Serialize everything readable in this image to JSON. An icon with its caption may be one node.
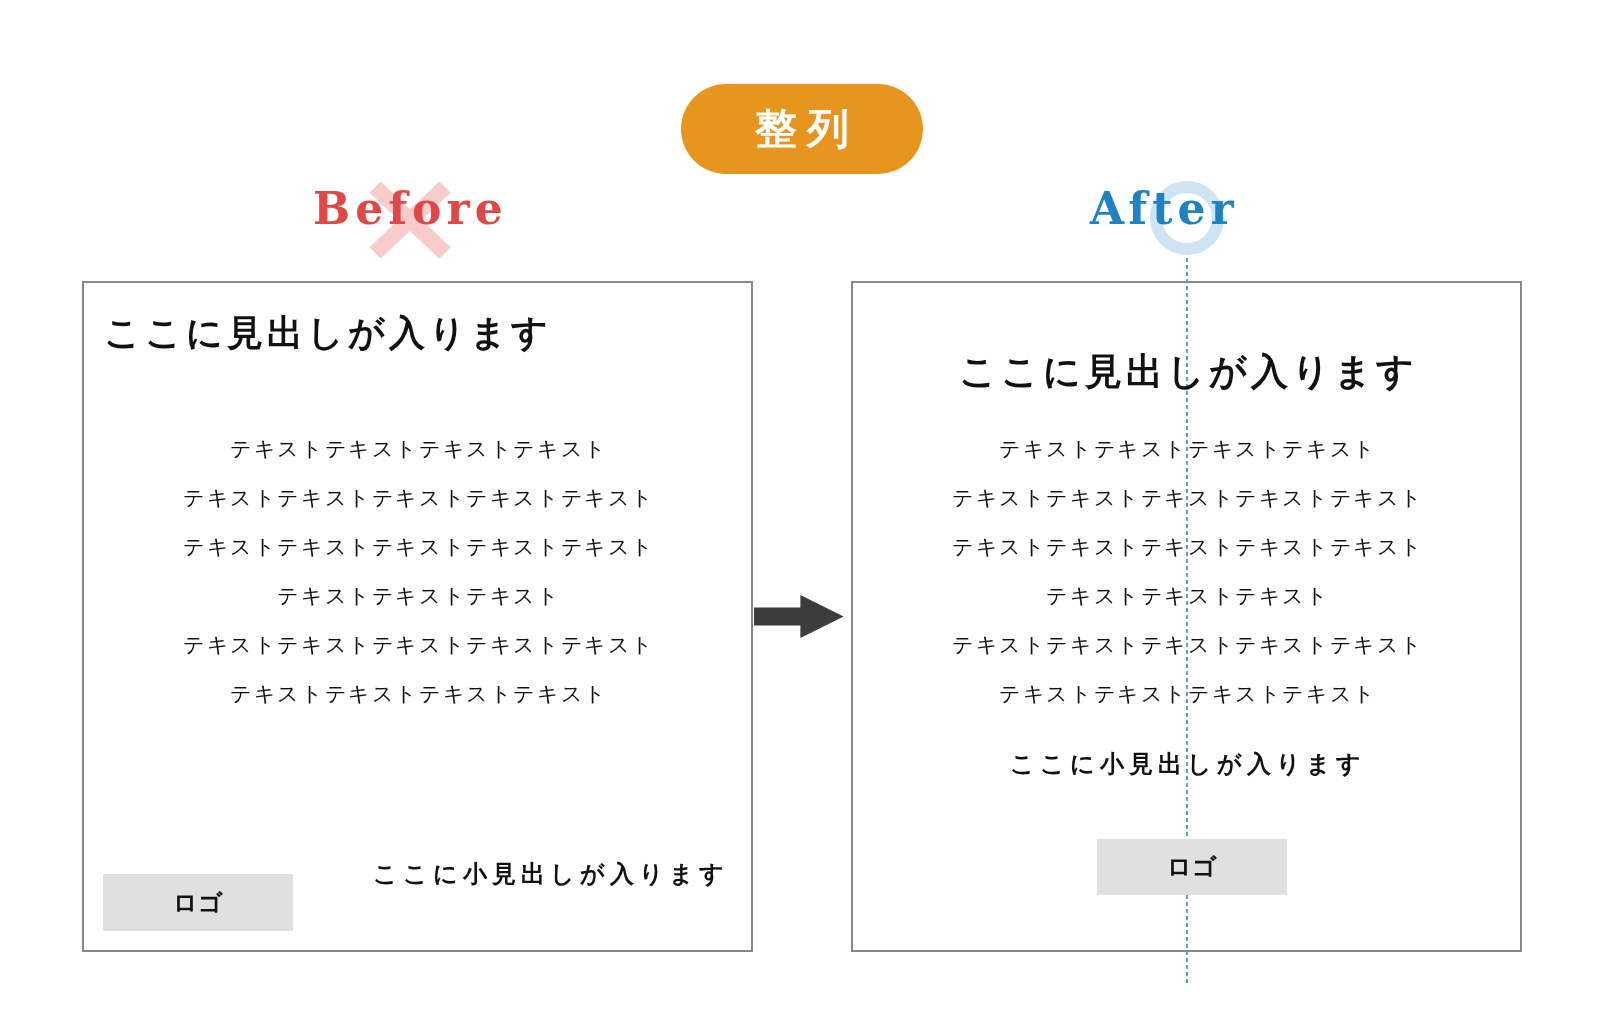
{
  "diagram": {
    "nodes": [
      {
        "text": [
          "整列"
        ]
      },
      {
        "text": [
          "Before",
          "ここに見出しが入ります",
          "テキストテキストテキストテキスト",
          "テキストテキストテキストテキストテキスト",
          "テキストテキストテキストテキストテキスト",
          "テキストテキストテキスト",
          "テキストテキストテキストテキストテキスト",
          "テキストテキストテキストテキスト",
          "ここに小見出しが入ります"
        ]
      },
      {
        "text": [
          "ロゴ"
        ],
        "in": 1
      },
      {
        "text": [
          "After",
          "ここに見出しが入ります",
          "テキストテキストテキストテキスト",
          "テキストテキストテキストテキストテキスト",
          "テキストテキストテキストテキストテキスト",
          "テキストテキストテキスト",
          "テキストテキストテキストテキストテキスト",
          "テキストテキストテキストテキスト",
          "ここに小見出しが入ります"
        ]
      },
      {
        "text": [
          "ロゴ"
        ],
        "in": 3
      }
    ],
    "edges": [
      {
        "from": 1,
        "to": 3,
        "arrow": "to"
      }
    ]
  }
}
